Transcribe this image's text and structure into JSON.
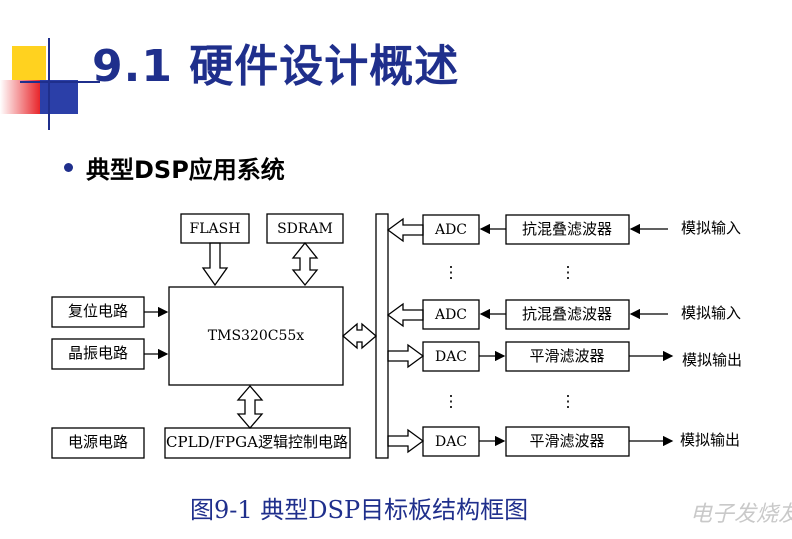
{
  "slide": {
    "title": "9.1 硬件设计概述",
    "bullet": "典型DSP应用系统",
    "caption": "图9-1 典型DSP目标板结构框图",
    "watermark": "电子发烧友"
  },
  "diagram": {
    "flash": "FLASH",
    "sdram": "SDRAM",
    "reset": "复位电路",
    "crystal": "晶振电路",
    "power": "电源电路",
    "dsp": "TMS320C55x",
    "cpld": "CPLD/FPGA逻辑控制电路",
    "adc": "ADC",
    "dac": "DAC",
    "antialias_filter": "抗混叠滤波器",
    "smoothing_filter": "平滑滤波器",
    "analog_in": "模拟输入",
    "analog_out": "模拟输出",
    "dots": "⋮"
  },
  "colors": {
    "title": "#1f2f8c",
    "deco_yellow": "#ffd21f",
    "deco_blue": "#2b3fa8",
    "deco_red": "#e8262b"
  }
}
